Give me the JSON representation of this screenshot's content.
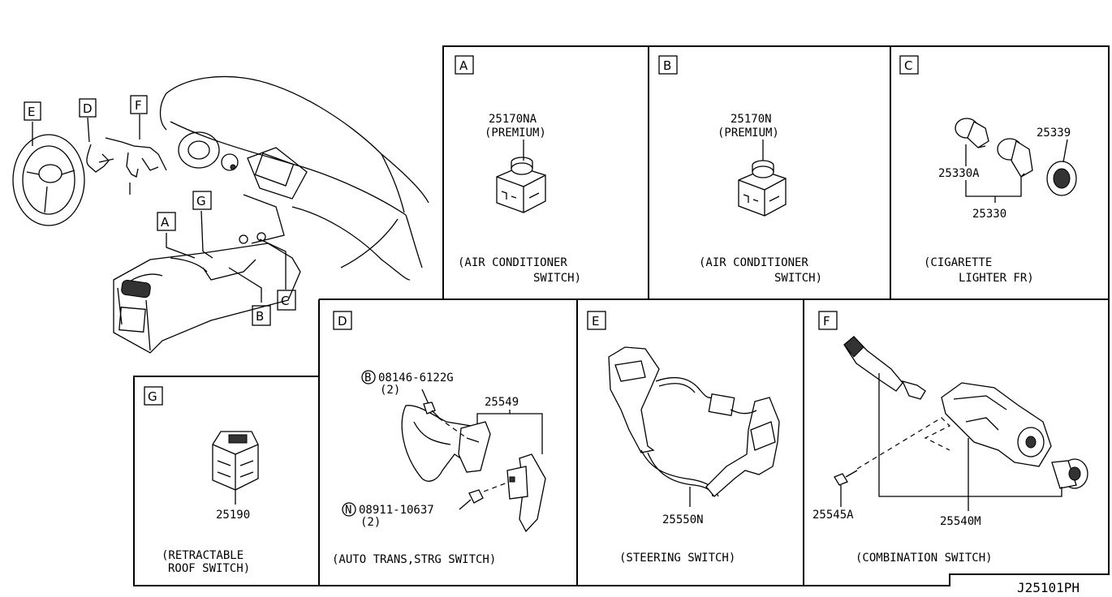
{
  "diagram_code": "J25101PH",
  "overview": {
    "callouts": [
      "E",
      "D",
      "F",
      "G",
      "A",
      "B",
      "C"
    ]
  },
  "panels": {
    "A": {
      "letter": "A",
      "part_no": "25170NA",
      "variant": "(PREMIUM)",
      "caption_line1": "(AIR CONDITIONER",
      "caption_line2": "SWITCH)"
    },
    "B": {
      "letter": "B",
      "part_no": "25170N",
      "variant": "(PREMIUM)",
      "caption_line1": "(AIR CONDITIONER",
      "caption_line2": "SWITCH)"
    },
    "C": {
      "letter": "C",
      "part_no_1": "25339",
      "part_no_2": "25330A",
      "part_no_3": "25330",
      "caption_line1": "(CIGARETTE",
      "caption_line2": "LIGHTER FR)"
    },
    "D": {
      "letter": "D",
      "bolt_symbol": "B",
      "bolt_no": "08146-6122G",
      "bolt_qty": "(2)",
      "part_no": "25549",
      "nut_symbol": "N",
      "nut_no": "08911-10637",
      "nut_qty": "(2)",
      "caption": "(AUTO TRANS,STRG SWITCH)"
    },
    "E": {
      "letter": "E",
      "part_no": "25550N",
      "caption": "(STEERING SWITCH)"
    },
    "F": {
      "letter": "F",
      "screw_no": "25545A",
      "part_no": "25540M",
      "caption": "(COMBINATION SWITCH)"
    },
    "G": {
      "letter": "G",
      "part_no": "25190",
      "caption_line1": "(RETRACTABLE",
      "caption_line2": "ROOF SWITCH)"
    }
  }
}
